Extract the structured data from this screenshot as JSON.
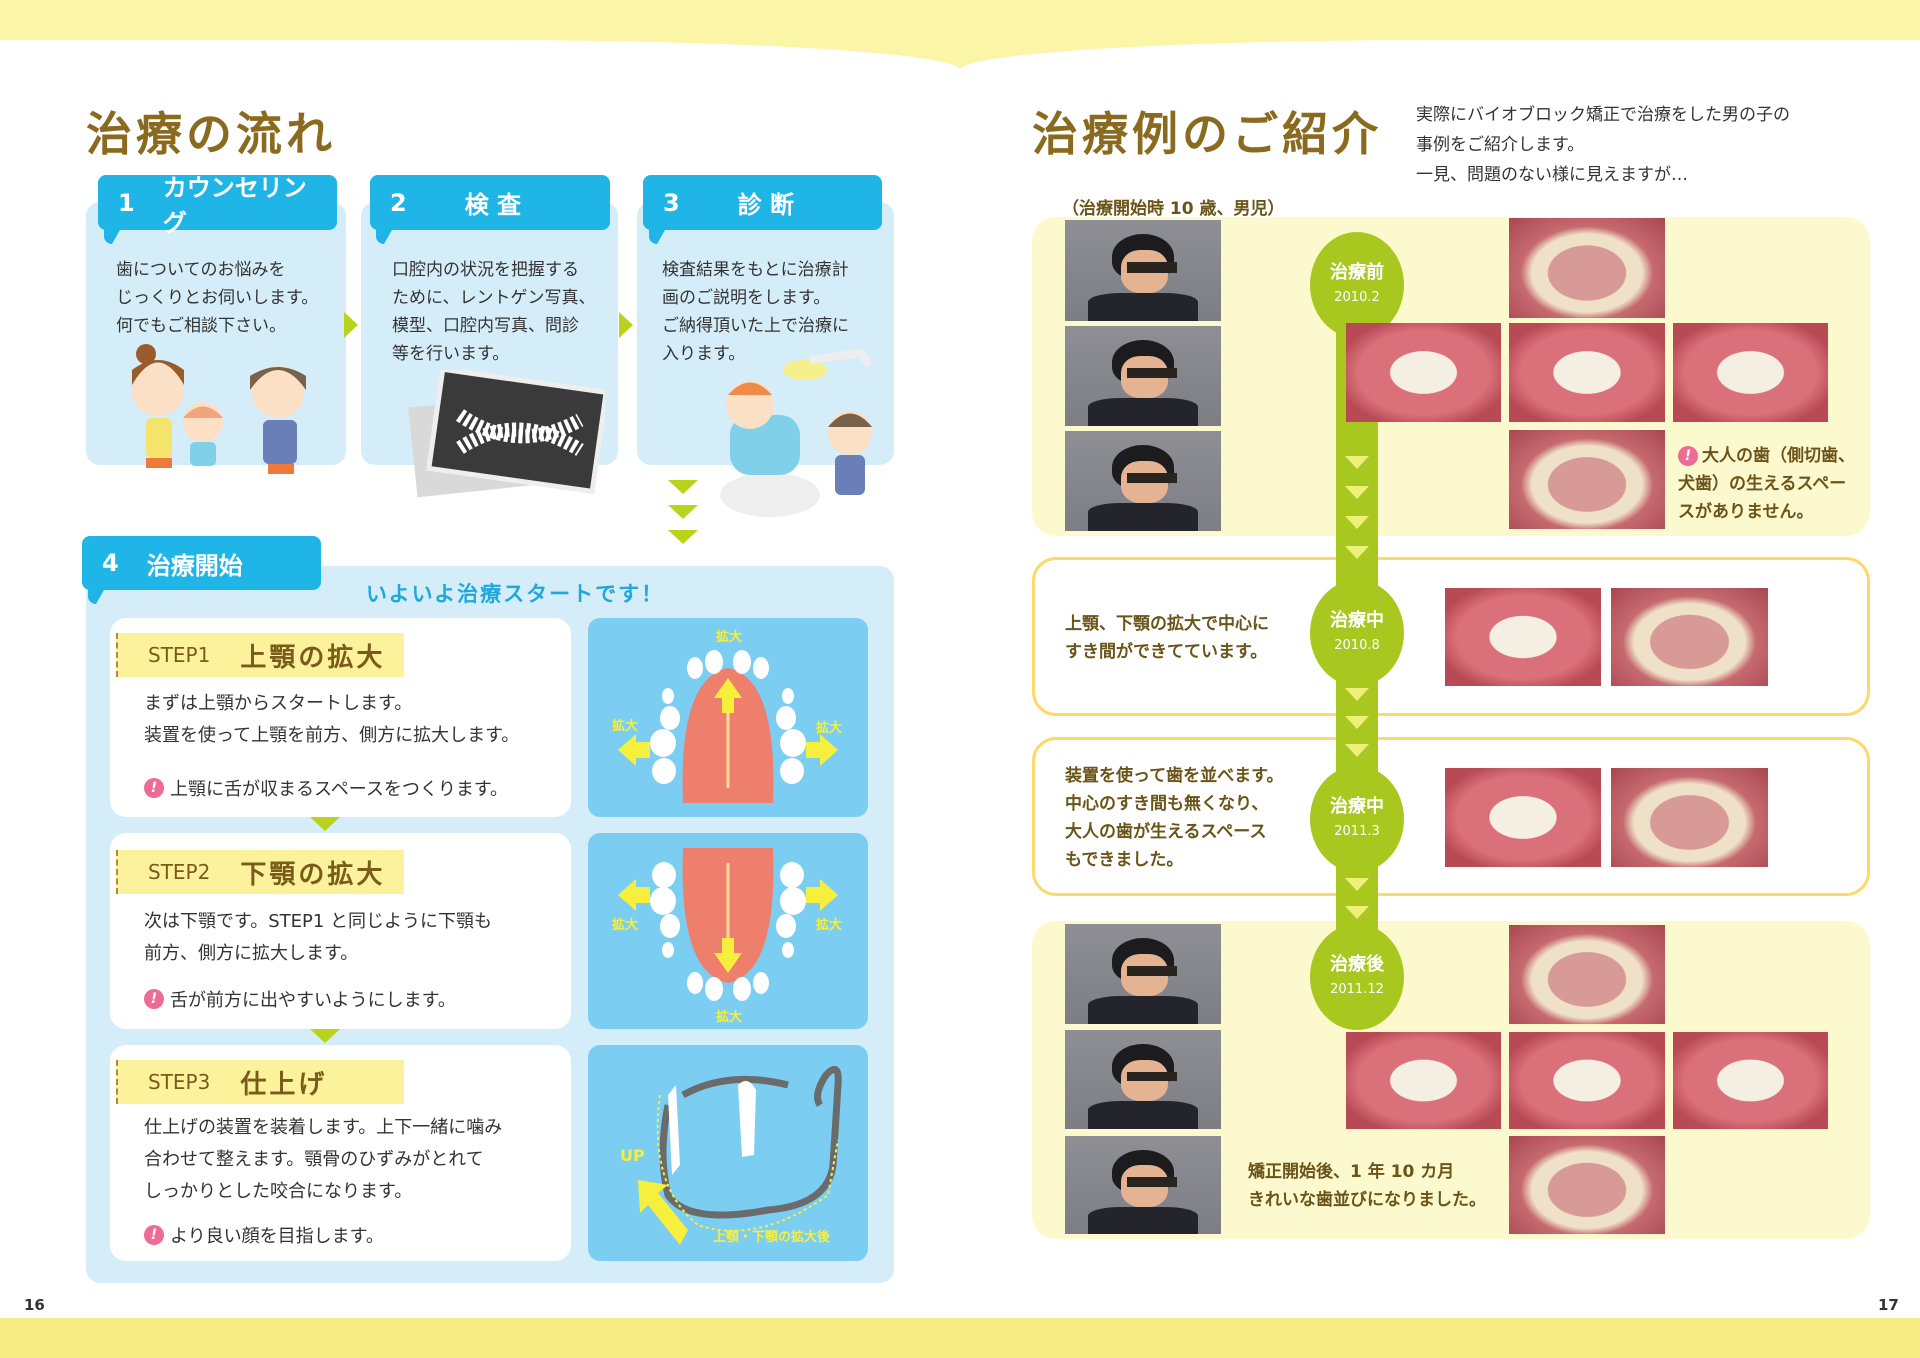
{
  "left": {
    "title": "治療の流れ",
    "cards": [
      {
        "num": "1",
        "label": "カウンセリング",
        "lines": [
          "歯についてのお悩みを",
          "じっくりとお伺いします。",
          "何でもご相談下さい。"
        ]
      },
      {
        "num": "2",
        "label": "検 査",
        "lines": [
          "口腔内の状況を把握する",
          "ために、レントゲン写真、",
          "模型、口腔内写真、問診",
          "等を行います。"
        ]
      },
      {
        "num": "3",
        "label": "診 断",
        "lines": [
          "検査結果をもとに治療計",
          "画のご説明をします。",
          "ご納得頂いた上で治療に",
          "入ります。"
        ]
      }
    ],
    "section4": {
      "num": "4",
      "label": "治療開始",
      "subtitle": "いよいよ治療スタートです！",
      "steps": [
        {
          "step": "STEP1",
          "title": "上顎の拡大",
          "lines": [
            "まずは上顎からスタートします。",
            "装置を使って上顎を前方、側方に拡大します。"
          ],
          "note": "上顎に舌が収まるスペースをつくります。"
        },
        {
          "step": "STEP2",
          "title": "下顎の拡大",
          "lines": [
            "次は下顎です。STEP1 と同じように下顎も",
            "前方、側方に拡大します。"
          ],
          "note": "舌が前方に出やすいようにします。"
        },
        {
          "step": "STEP3",
          "title": "仕上げ",
          "lines": [
            "仕上げの装置を装着します。上下一緒に噛み",
            "合わせて整えます。顎骨のひずみがとれて",
            "しっかりとした咬合になります。"
          ],
          "note": "より良い顔を目指します。"
        }
      ],
      "diagram_labels": {
        "expand": "拡大",
        "up": "UP",
        "after": "上顎・下顎の拡大後"
      }
    },
    "page_number": "16"
  },
  "right": {
    "title": "治療例のご紹介",
    "intro": [
      "実際にバイオブロック矯正で治療をした男の子の",
      "事例をご紹介します。",
      "一見、問題のない様に見えますが…"
    ],
    "patient": "（治療開始時 10 歳、男児）",
    "stages": [
      {
        "label": "治療前",
        "date": "2010.2",
        "note": [
          "大人の歯（側切歯、",
          "犬歯）の生えるスペー",
          "スがありません。"
        ]
      },
      {
        "label": "治療中",
        "date": "2010.8",
        "text": [
          "上顎、下顎の拡大で中心に",
          "すき間ができてています。"
        ]
      },
      {
        "label": "治療中",
        "date": "2011.3",
        "text": [
          "装置を使って歯を並べます。",
          "中心のすき間も無くなり、",
          "大人の歯が生えるスペース",
          "もできました。"
        ]
      },
      {
        "label": "治療後",
        "date": "2011.12",
        "text": [
          "矯正開始後、1 年 10 カ月",
          "きれいな歯並びになりました。"
        ]
      }
    ],
    "page_number": "17"
  },
  "colors": {
    "brand_blue": "#1fb6e7",
    "green": "#a8c820",
    "brown": "#8a6a1e",
    "pink": "#ec6c95",
    "yellow": "#fbf29b"
  }
}
